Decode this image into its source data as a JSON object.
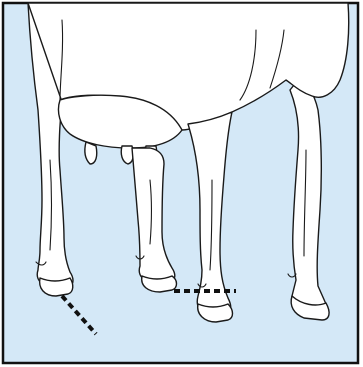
{
  "figure": {
    "subject": "cow-hind-legs-illustration",
    "colors": {
      "background_panel": "#d4e8f7",
      "panel_border": "#111111",
      "body_fill": "#ffffff",
      "outline": "#1a1a1a",
      "dashed_line": "#111111"
    },
    "markers": [
      {
        "name": "left-hoof-angle-marker",
        "style": "dashed"
      },
      {
        "name": "center-hoof-marker",
        "style": "dashed"
      }
    ]
  }
}
